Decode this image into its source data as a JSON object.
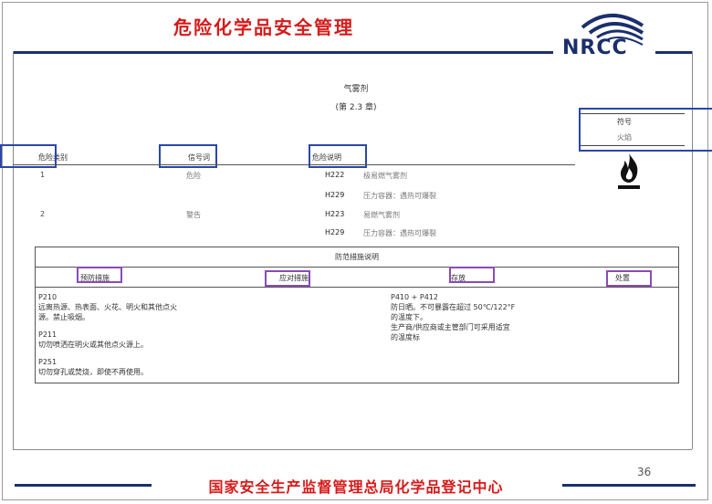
{
  "header": {
    "title": "危险化学品安全管理",
    "logo_text": "NRCC"
  },
  "document": {
    "title": "气雾剂",
    "subtitle": "(第 2.3 章)",
    "symbol_label": "符号",
    "symbol_value": "火焰"
  },
  "columns": {
    "category": "危险类别",
    "signal_word": "信号词",
    "hazard_statement": "危险说明"
  },
  "rows": [
    {
      "category": "1",
      "signal_word": "危险",
      "statements": [
        {
          "code": "H222",
          "text": "极易燃气雾剂"
        },
        {
          "code": "H229",
          "text": "压力容器：遇热可爆裂"
        }
      ]
    },
    {
      "category": "2",
      "signal_word": "警告",
      "statements": [
        {
          "code": "H223",
          "text": "易燃气雾剂"
        },
        {
          "code": "H229",
          "text": "压力容器：遇热可爆裂"
        }
      ]
    }
  ],
  "precautions": {
    "title": "防范措施说明",
    "headers": {
      "prevention": "预防措施",
      "response": "应对措施",
      "storage": "存放",
      "disposal": "处置"
    },
    "prevention": [
      {
        "code": "P210",
        "text1": "远离热源、热表面、火花、明火和其他点火",
        "text2": "源。禁止吸烟。"
      },
      {
        "code": "P211",
        "text1": "切勿喷洒在明火或其他点火源上。"
      },
      {
        "code": "P251",
        "text1": "切勿穿孔或焚烧，即使不再使用。"
      }
    ],
    "storage": {
      "code": "P410 + P412",
      "line1": "防日晒。不可暴露在超过 50℃/122°F",
      "line2": "的温度下。",
      "line3": "生产商/供应商或主管部门可采用适宜",
      "line4": "的温度标"
    }
  },
  "footer": {
    "page_number": "36",
    "title": "国家安全生产监督管理总局化学品登记中心"
  },
  "colors": {
    "accent_red": "#d71a1a",
    "brand_blue": "#1b2f6d",
    "highlight_blue": "#2a47a8",
    "highlight_purple": "#8a4bb8"
  }
}
